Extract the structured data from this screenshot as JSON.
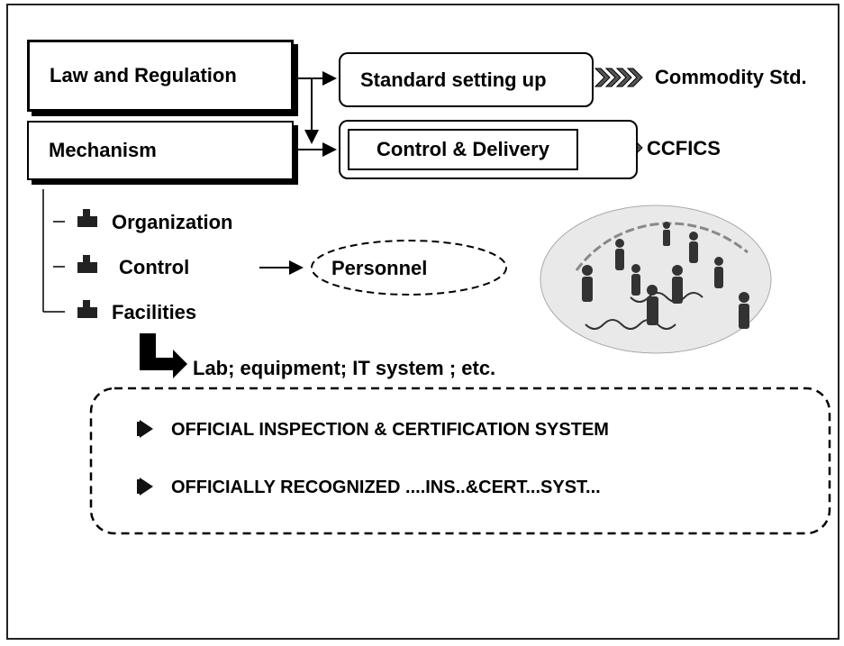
{
  "nodes": {
    "law": "Law and Regulation",
    "mechanism": "Mechanism",
    "standard": "Standard setting up",
    "control_delivery": "Control & Delivery",
    "commodity": "Commodity Std.",
    "ccfics": "CCFICS",
    "personnel": "Personnel"
  },
  "tree_items": [
    "Organization",
    "Control",
    "Facilities"
  ],
  "facilities_note": "Lab; equipment; IT system ; etc.",
  "systems": [
    "OFFICIAL INSPECTION & CERTIFICATION SYSTEM",
    "OFFICIALLY RECOGNIZED ....INS..&CERT...SYST..."
  ],
  "icons": [
    "people-network-icon",
    "chevron-arrow-icon",
    "bullet-arrow-icon",
    "turn-arrow-icon"
  ]
}
